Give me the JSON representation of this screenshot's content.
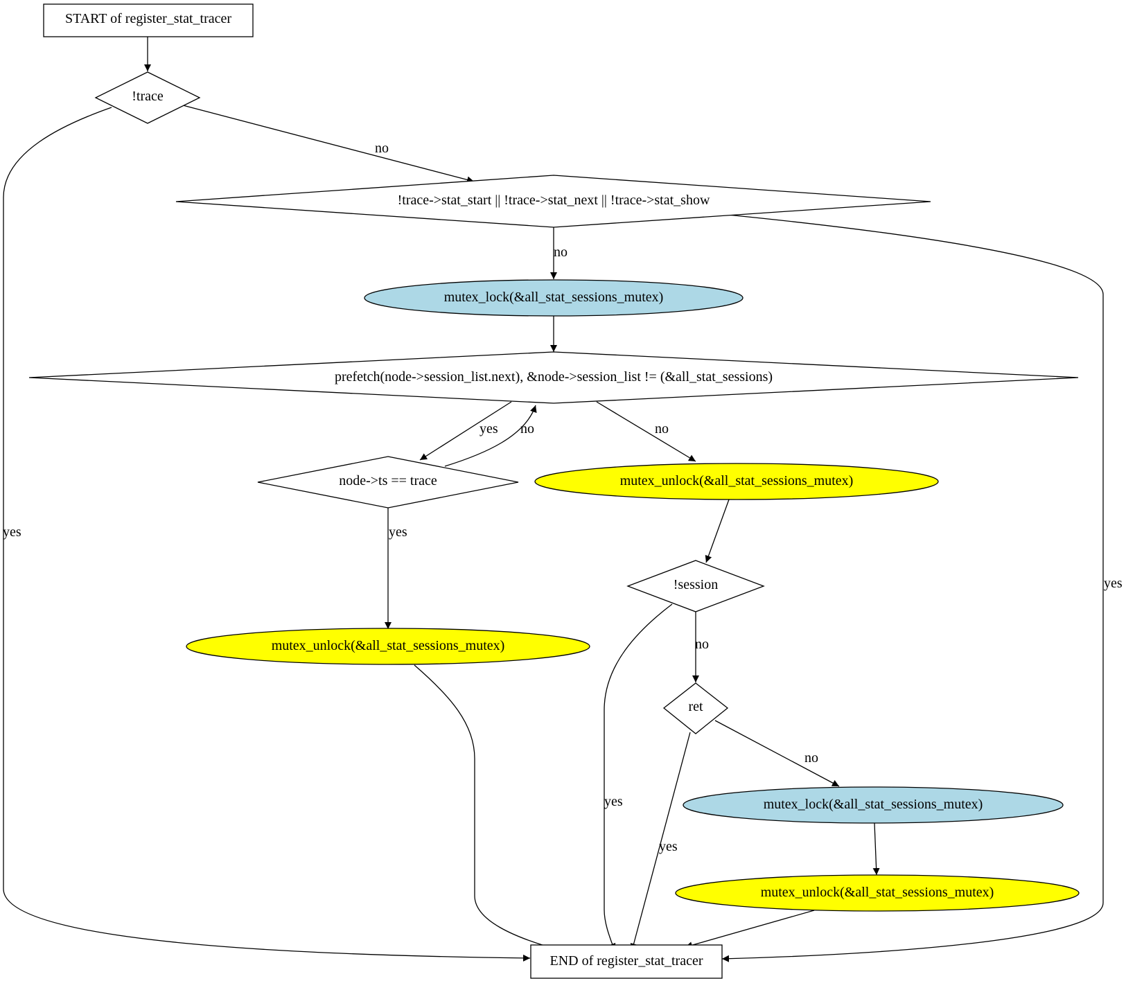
{
  "diagram": {
    "colors": {
      "lock": "#add8e6",
      "unlock": "#ffff00",
      "default_fill": "#ffffff",
      "stroke": "#000000"
    },
    "nodes": {
      "start": "START of register_stat_tracer",
      "check_trace": "!trace",
      "check_stat_funcs": "!trace->stat_start || !trace->stat_next || !trace->stat_show",
      "lock1": "mutex_lock(&all_stat_sessions_mutex)",
      "loop_cond": "prefetch(node->session_list.next), &node->session_list != (&all_stat_sessions)",
      "check_ts": "node->ts == trace",
      "unlock_found": "mutex_unlock(&all_stat_sessions_mutex)",
      "unlock_after_loop": "mutex_unlock(&all_stat_sessions_mutex)",
      "check_session": "!session",
      "check_ret": "ret",
      "lock2": "mutex_lock(&all_stat_sessions_mutex)",
      "unlock_final": "mutex_unlock(&all_stat_sessions_mutex)",
      "end": "END of register_stat_tracer"
    },
    "edge_labels": {
      "trace_no": "no",
      "trace_yes": "yes",
      "stat_no": "no",
      "stat_yes": "yes",
      "loop_yes": "yes",
      "loop_back_no": "no",
      "loop_no": "no",
      "ts_yes": "yes",
      "session_no": "no",
      "session_yes": "yes",
      "ret_no": "no",
      "ret_yes": "yes"
    }
  }
}
